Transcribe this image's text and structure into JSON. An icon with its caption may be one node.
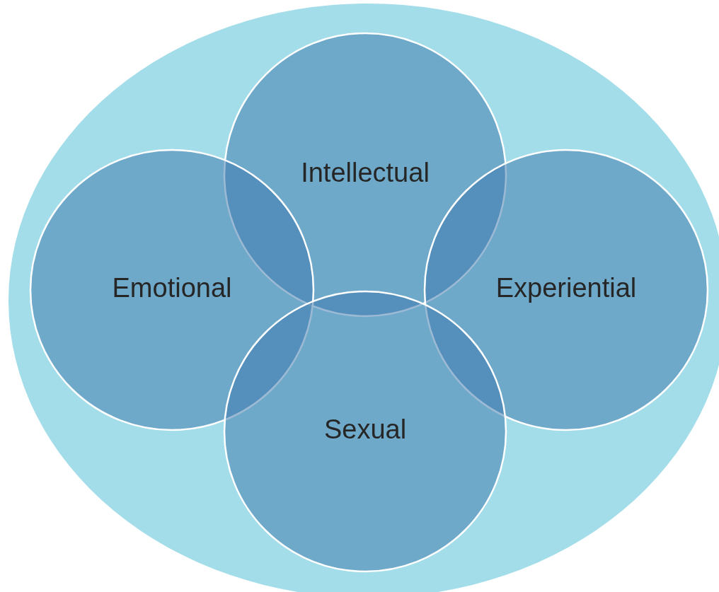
{
  "diagram": {
    "nodes": [
      {
        "text": [],
        "shape": "ellipse"
      },
      {
        "text": [
          "Intellectual"
        ],
        "in": 0
      },
      {
        "text": [
          "Emotional"
        ],
        "in": 0
      },
      {
        "text": [
          "Experiential"
        ],
        "in": 0
      },
      {
        "text": [
          "Sexual"
        ],
        "in": 0
      }
    ]
  }
}
